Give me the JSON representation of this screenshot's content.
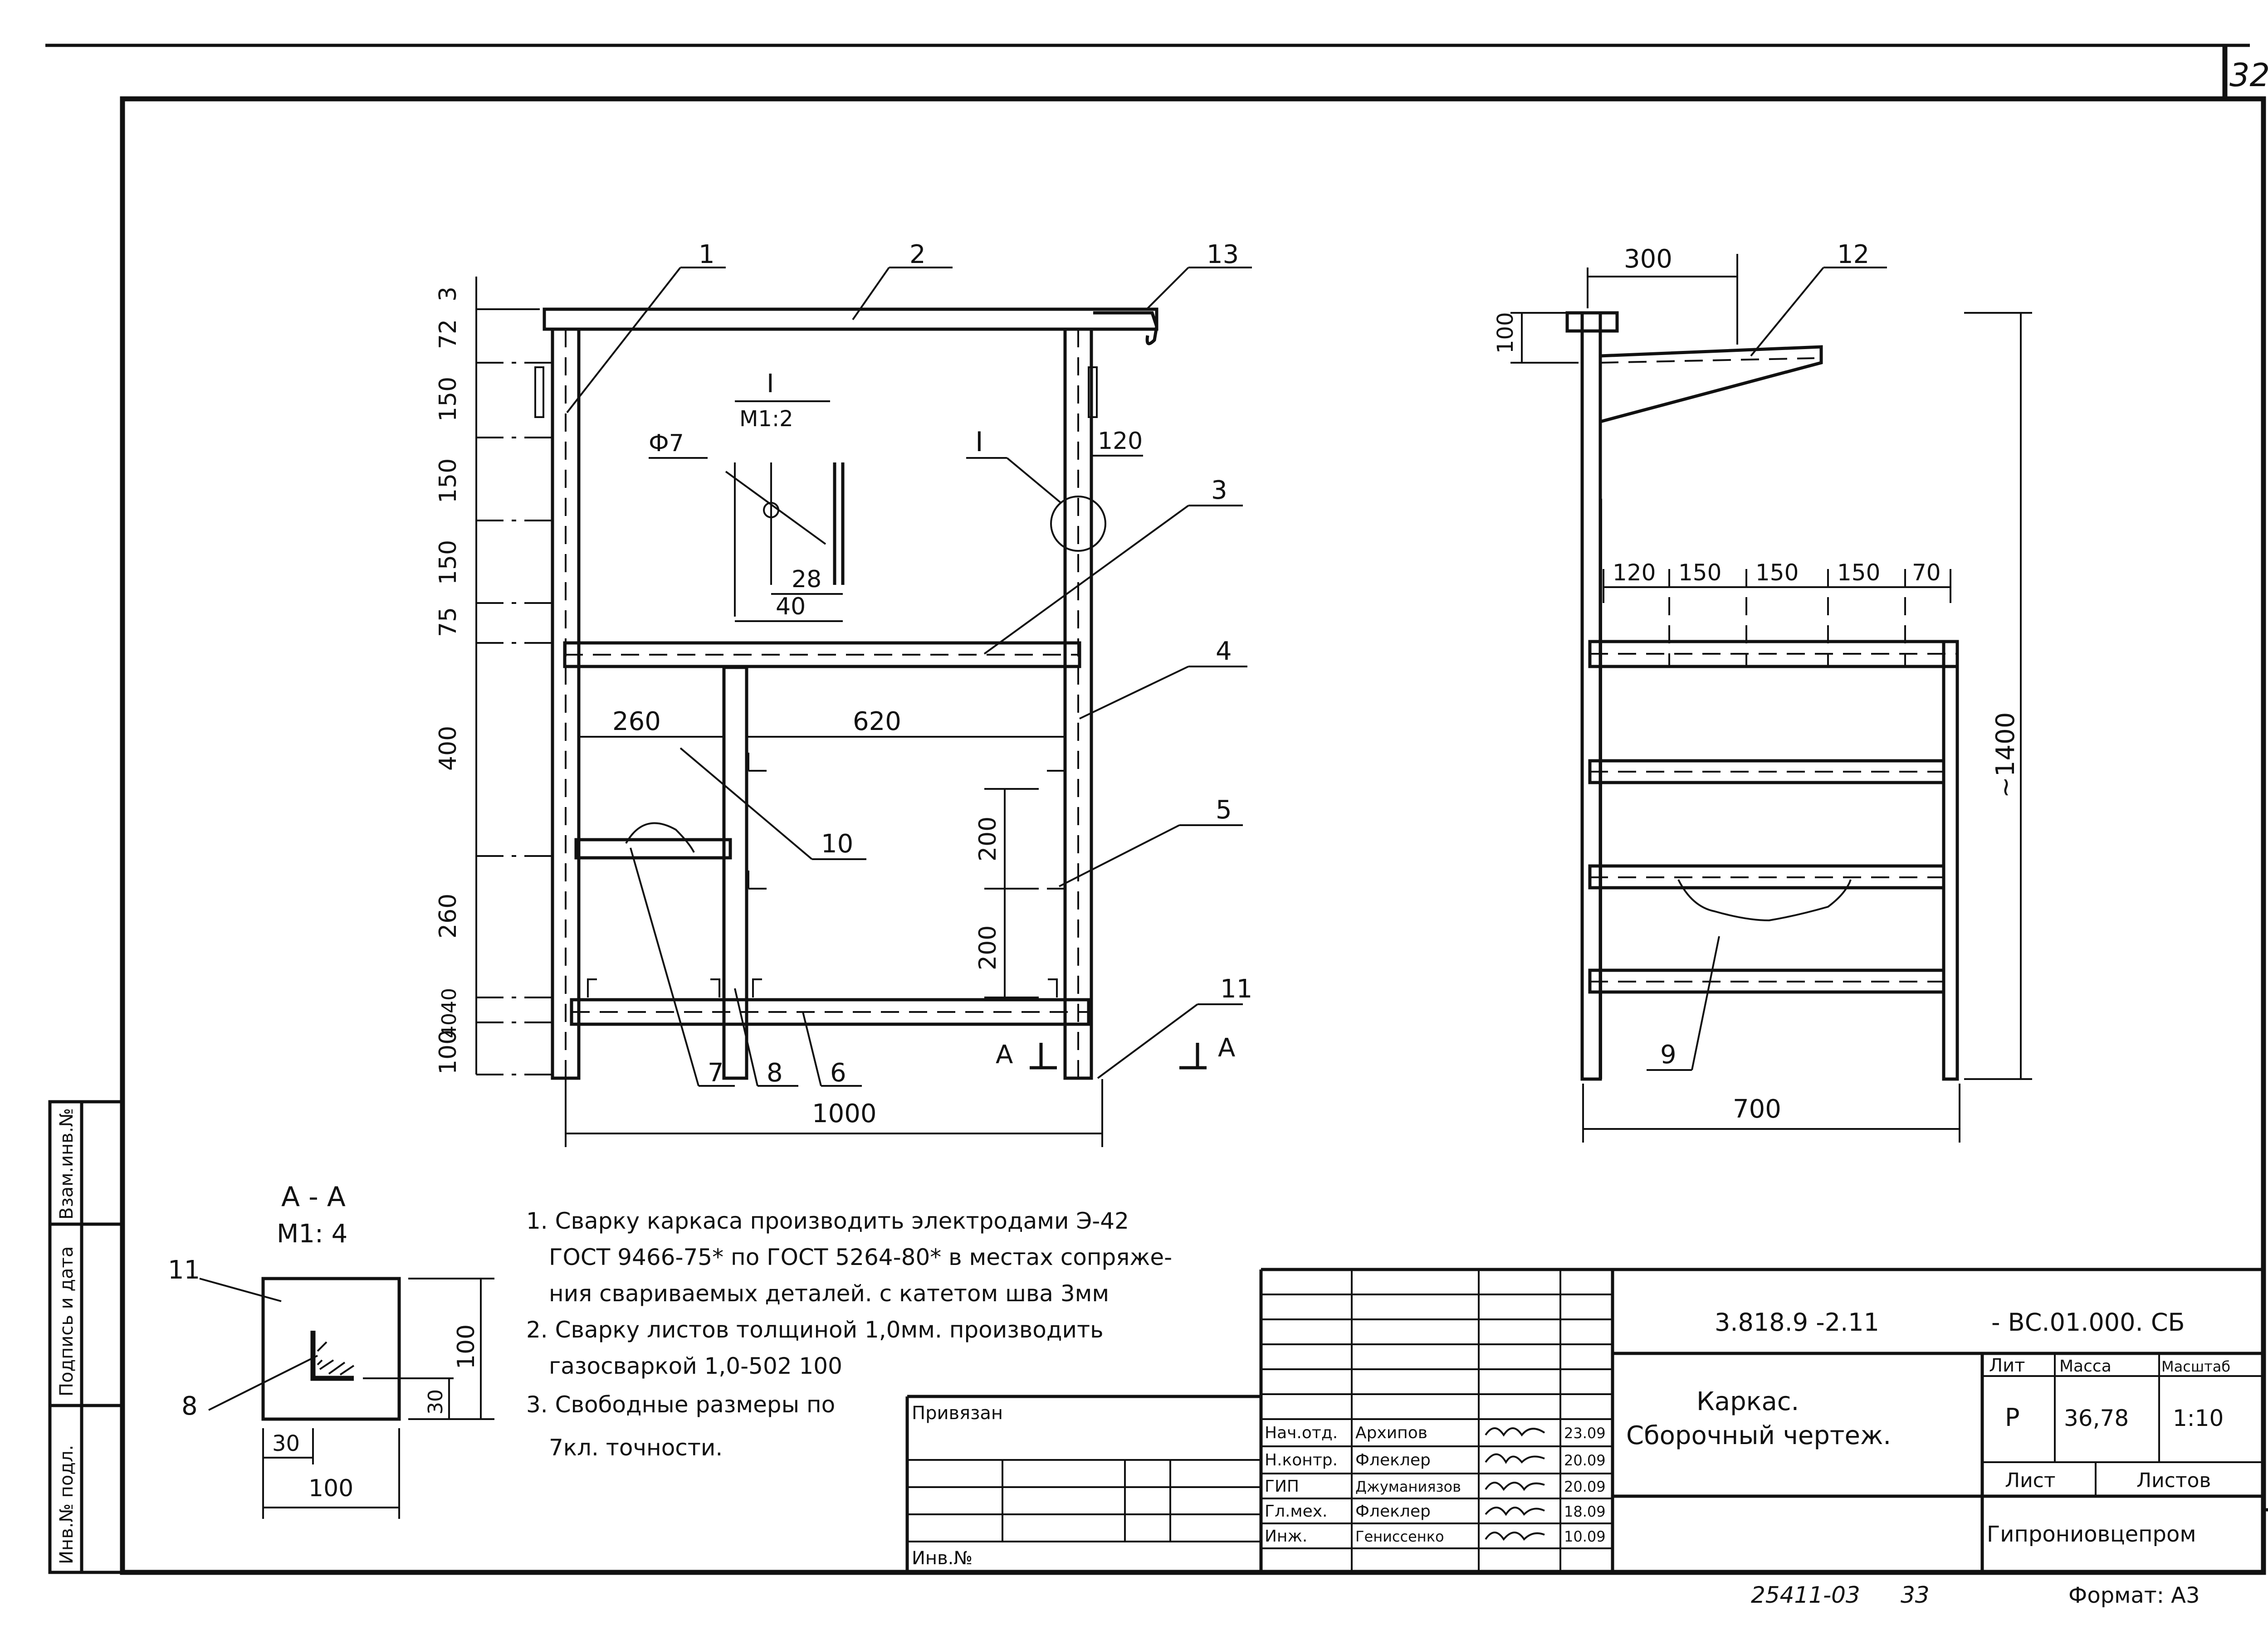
{
  "sheet_number": "32",
  "doc_code_1": "3.818.9 -2.11",
  "doc_code_2": "- ВС.01.000. СБ",
  "title_line1": "Каркас.",
  "title_line2": "Сборочный чертеж.",
  "stage_label": "Лит",
  "mass_label": "Масса",
  "scale_label": "Масштаб",
  "stage_value": "Р",
  "mass_value": "36,78",
  "scale_value": "1:10",
  "sheet_label": "Лист",
  "sheets_label": "Листов",
  "organization": "Гипрониовцепром",
  "format": "Формат: А3",
  "archive_number": "25411-03",
  "archive_page": "33",
  "privyazan": "Привязан",
  "inv_no": "Инв.№",
  "side_labels": [
    "Инв.№ подл.",
    "Подпись и дата",
    "Взам.инв.№"
  ],
  "signatures": [
    {
      "role": "Нач.отд.",
      "name": "Архипов",
      "date": "23.09"
    },
    {
      "role": "Н.контр.",
      "name": "Флеклер",
      "date": "20.09"
    },
    {
      "role": "ГИП",
      "name": "Джуманиязов",
      "date": "20.09"
    },
    {
      "role": "Гл.мех.",
      "name": "Флеклер",
      "date": "18.09"
    },
    {
      "role": "Инж.",
      "name": "Гениссенко",
      "date": "10.09"
    }
  ],
  "notes": [
    "1. Сварку каркаса производить электродами Э-42",
    "ГОСТ 9466-75* по ГОСТ 5264-80* в местах сопряже-",
    "ния свариваемых деталей. с катетом шва 3мм",
    "2. Сварку листов толщиной 1,0мм. производить",
    "газосваркой 1,0-502 100",
    "3. Свободные размеры по",
    "7кл. точности."
  ],
  "section_aa": {
    "title": "А - А",
    "scale": "М1: 4",
    "dim_100_a": "100",
    "dim_100_b": "100",
    "dim_30_a": "30",
    "dim_30_b": "30",
    "pos_11": "11",
    "pos_8": "8"
  },
  "detail_i": {
    "title": "I",
    "scale": "М1:2",
    "dia": "Ф7",
    "dim_28": "28",
    "dim_40": "40"
  },
  "front_view": {
    "pos_labels": [
      "1",
      "2",
      "3",
      "4",
      "5",
      "6",
      "7",
      "8",
      "10",
      "11",
      "13",
      "I"
    ],
    "vdims": [
      "3",
      "72",
      "150",
      "150",
      "150",
      "75",
      "400",
      "260",
      "40",
      "40",
      "100"
    ],
    "dim_1000": "1000",
    "dim_260": "260",
    "dim_620": "620",
    "dim_120": "120",
    "dim_200a": "200",
    "dim_200b": "200",
    "section_mark": "А"
  },
  "side_view": {
    "pos_12": "12",
    "pos_9": "9",
    "dim_300": "300",
    "dim_100": "100",
    "dim_700": "700",
    "dim_1400": "~1400",
    "hdims": [
      "120",
      "150",
      "150",
      "150",
      "70"
    ]
  }
}
